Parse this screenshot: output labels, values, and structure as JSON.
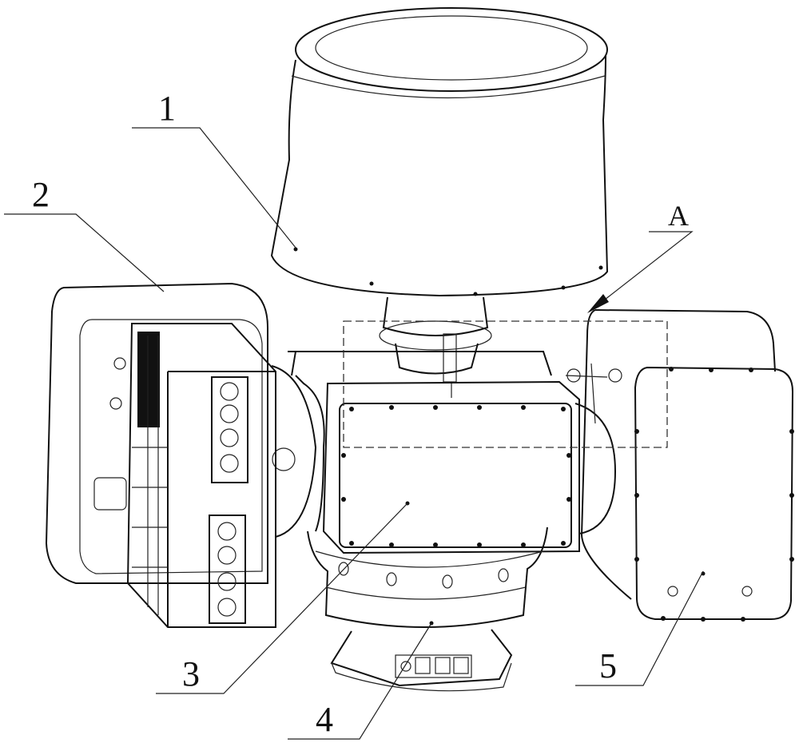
{
  "labels": {
    "part1": "1",
    "part2": "2",
    "part3": "3",
    "part4": "4",
    "part5": "5",
    "detailA": "A"
  }
}
